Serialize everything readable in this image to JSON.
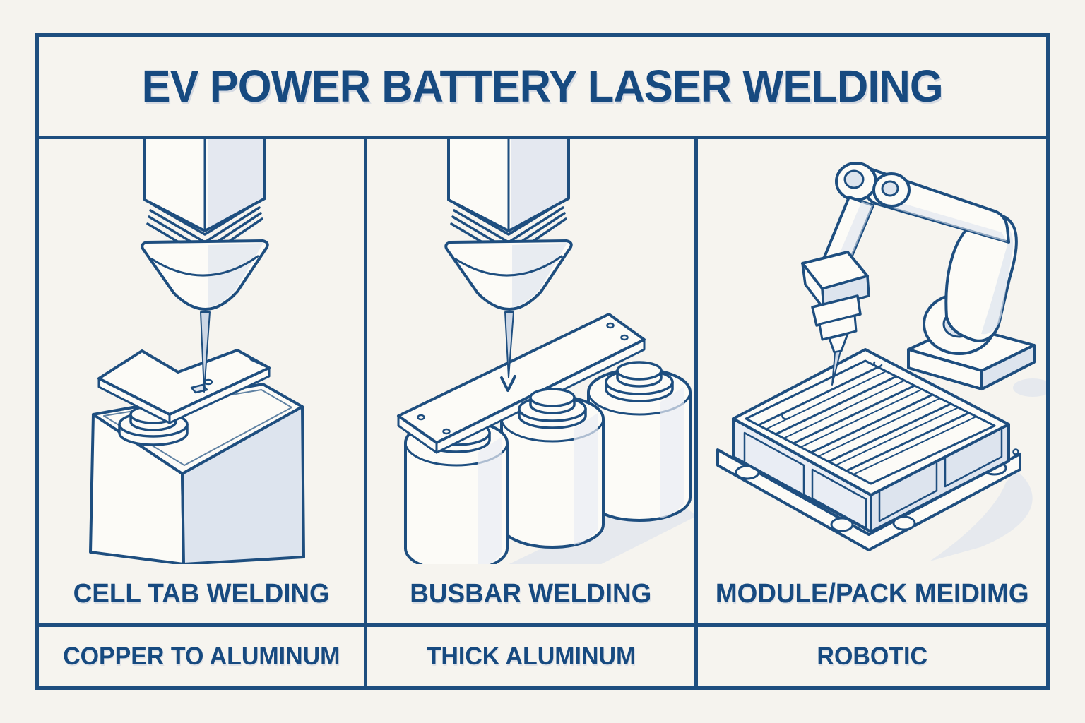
{
  "poster": {
    "title": "EV POWER BATTERY LASER WELDING"
  },
  "panels": [
    {
      "title": "CELL TAB WELDING",
      "subtitle": "COPPER TO ALUMINUM",
      "illustration": "laser-head-over-prismatic-cell-tab"
    },
    {
      "title": "BUSBAR WELDING",
      "subtitle": "THICK ALUMINUM",
      "illustration": "laser-head-over-busbar-on-three-cells"
    },
    {
      "title": "MODULE/PACK MEIDIMG",
      "subtitle": "ROBOTIC",
      "illustration": "robot-arm-laser-welding-battery-pack"
    }
  ],
  "colors": {
    "background": "#f5f3ee",
    "line": "#1e4e7f",
    "text": "#174a80",
    "shade": "#dde4ee",
    "beam": "#ccd7e6"
  }
}
